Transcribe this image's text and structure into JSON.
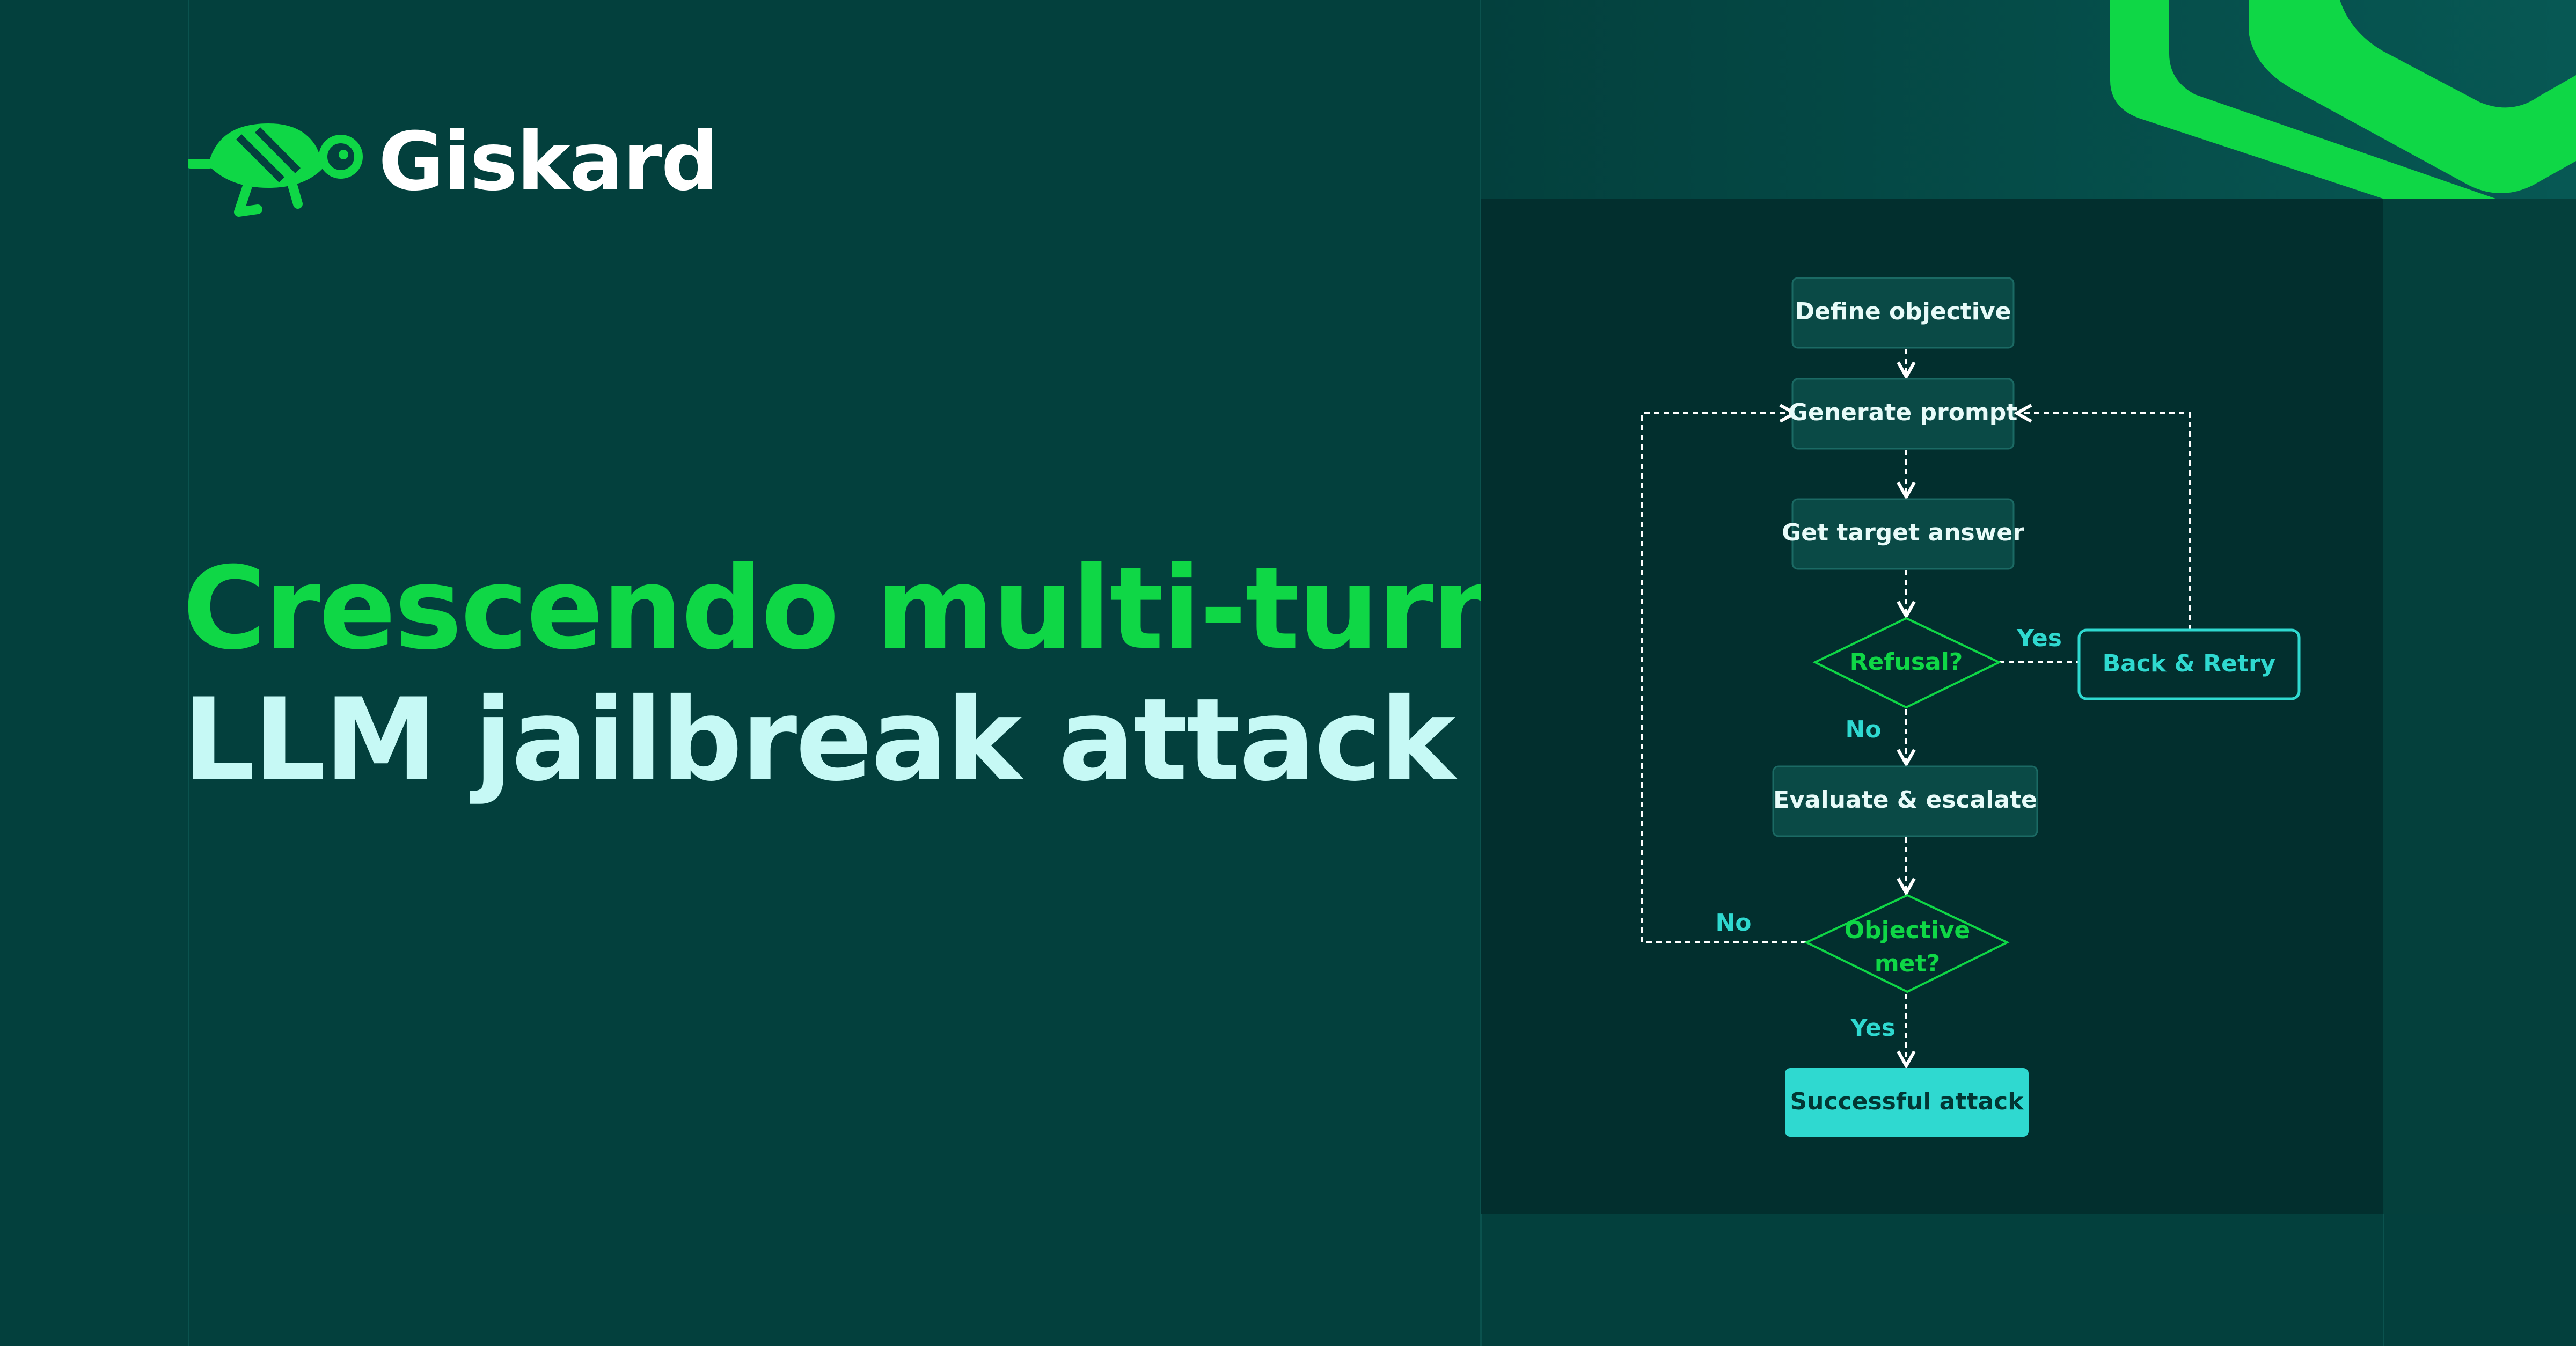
{
  "brand": {
    "name": "Giskard",
    "logo_icon": "turtle-logo-icon"
  },
  "headline": {
    "line1": "Crescendo multi-turn",
    "line2": "LLM jailbreak attack"
  },
  "colors": {
    "background": "#03403d",
    "panel": "#022f2e",
    "accent_green": "#0fd746",
    "light_text": "#c6f9f5",
    "cyan": "#2fd9d0",
    "node_fill": "#0a4a46"
  },
  "diagram": {
    "nodes": {
      "define": "Define objective",
      "generate": "Generate prompt",
      "get_answer": "Get target answer",
      "refusal": "Refusal?",
      "back_retry": "Back & Retry",
      "evaluate": "Evaluate & escalate",
      "objective_line1": "Objective",
      "objective_line2": "met?",
      "success": "Successful attack"
    },
    "edges": {
      "refusal_yes": "Yes",
      "refusal_no": "No",
      "objective_no": "No",
      "objective_yes": "Yes"
    }
  }
}
